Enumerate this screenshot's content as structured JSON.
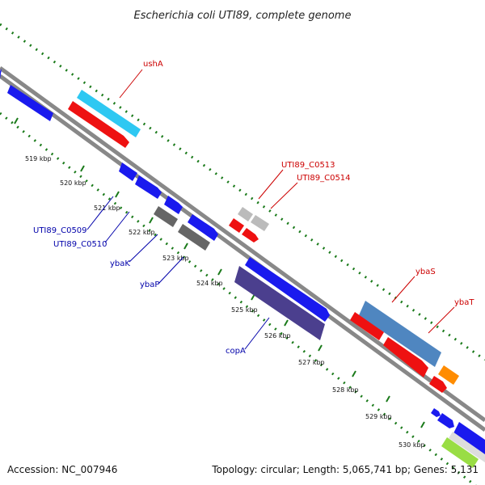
{
  "title": "Escherichia coli UTI89, complete genome",
  "footer": {
    "accession": "Accession: NC_007946",
    "info": "Topology: circular; Length: 5,065,741 bp; Genes: 5,131"
  },
  "ticks": [
    "519 kbp",
    "520 kbp",
    "521 kbp",
    "522 kbp",
    "523 kbp",
    "524 kbp",
    "525 kbp",
    "526 kbp",
    "527 kbp",
    "528 kbp",
    "529 kbp",
    "530 kbp"
  ],
  "gene_labels": [
    {
      "text": "ushA",
      "color": "#cc0000"
    },
    {
      "text": "UTI89_C0513",
      "color": "#cc0000"
    },
    {
      "text": "UTI89_C0514",
      "color": "#cc0000"
    },
    {
      "text": "ybaS",
      "color": "#cc0000"
    },
    {
      "text": "ybaT",
      "color": "#cc0000"
    },
    {
      "text": "UTI89_C0509",
      "color": "#0000aa"
    },
    {
      "text": "UTI89_C0510",
      "color": "#0000aa"
    },
    {
      "text": "ybaK",
      "color": "#0000aa"
    },
    {
      "text": "ybaP",
      "color": "#0000aa"
    },
    {
      "text": "copA",
      "color": "#0000aa"
    }
  ]
}
